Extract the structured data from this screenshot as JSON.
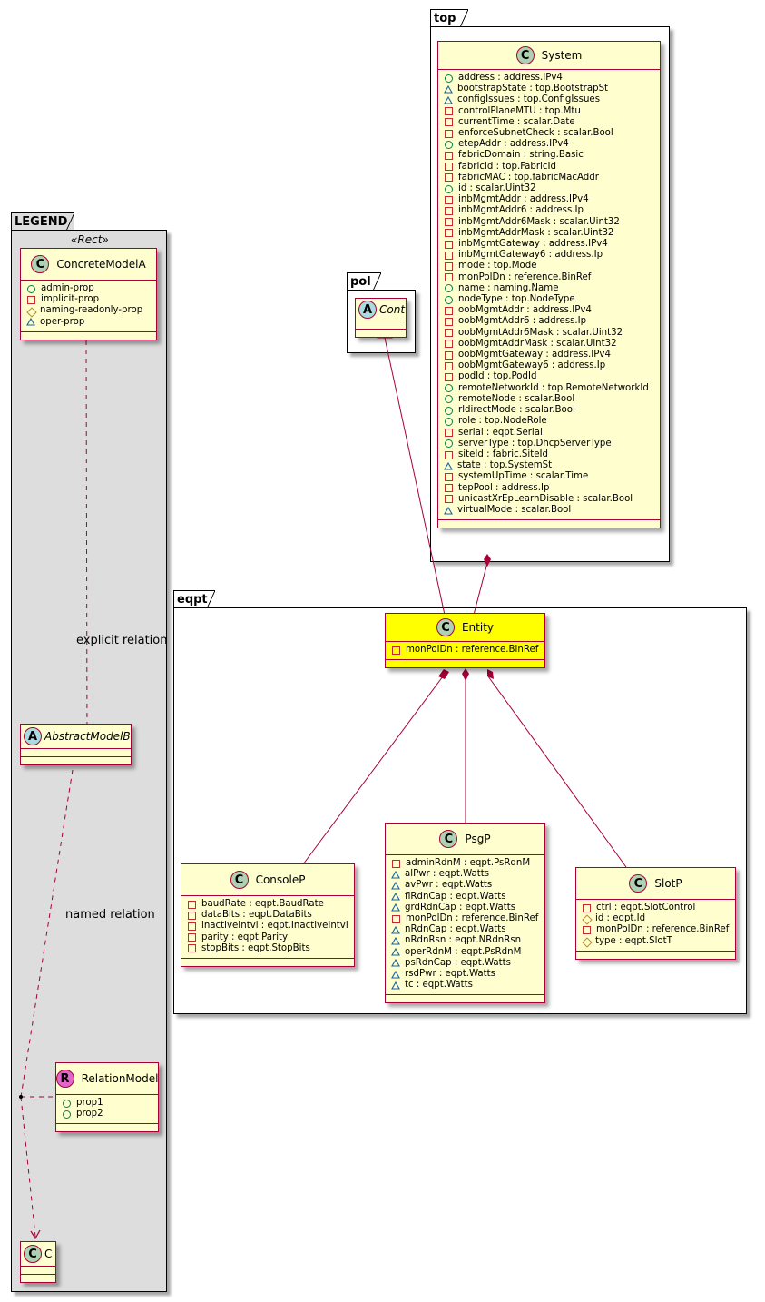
{
  "colors": {
    "class_fill": "#fefece",
    "class_border": "#a80036",
    "highlight_fill": "#ffff00",
    "legend_fill": "#dddddd",
    "public": "#038048",
    "private": "#c82930",
    "protected": "#b38d22",
    "package": "#1963a0"
  },
  "packages": {
    "top": {
      "label": "top"
    },
    "pol": {
      "label": "pol"
    },
    "eqpt": {
      "label": "eqpt"
    },
    "legend": {
      "label": "LEGEND",
      "stereotype": "«Rect»"
    }
  },
  "classes": {
    "system": {
      "spot": "C",
      "name": "System",
      "attributes": [
        {
          "vis": "public",
          "text": "address : address.IPv4"
        },
        {
          "vis": "package",
          "text": "bootstrapState : top.BootstrapSt"
        },
        {
          "vis": "package",
          "text": "configIssues : top.ConfigIssues"
        },
        {
          "vis": "private",
          "text": "controlPlaneMTU : top.Mtu"
        },
        {
          "vis": "private",
          "text": "currentTime : scalar.Date"
        },
        {
          "vis": "private",
          "text": "enforceSubnetCheck : scalar.Bool"
        },
        {
          "vis": "public",
          "text": "etepAddr : address.IPv4"
        },
        {
          "vis": "private",
          "text": "fabricDomain : string.Basic"
        },
        {
          "vis": "private",
          "text": "fabricId : top.FabricId"
        },
        {
          "vis": "private",
          "text": "fabricMAC : top.fabricMacAddr"
        },
        {
          "vis": "public",
          "text": "id : scalar.Uint32"
        },
        {
          "vis": "private",
          "text": "inbMgmtAddr : address.IPv4"
        },
        {
          "vis": "private",
          "text": "inbMgmtAddr6 : address.Ip"
        },
        {
          "vis": "private",
          "text": "inbMgmtAddr6Mask : scalar.Uint32"
        },
        {
          "vis": "private",
          "text": "inbMgmtAddrMask : scalar.Uint32"
        },
        {
          "vis": "private",
          "text": "inbMgmtGateway : address.IPv4"
        },
        {
          "vis": "private",
          "text": "inbMgmtGateway6 : address.Ip"
        },
        {
          "vis": "private",
          "text": "mode : top.Mode"
        },
        {
          "vis": "private",
          "text": "monPolDn : reference.BinRef"
        },
        {
          "vis": "public",
          "text": "name : naming.Name"
        },
        {
          "vis": "public",
          "text": "nodeType : top.NodeType"
        },
        {
          "vis": "private",
          "text": "oobMgmtAddr : address.IPv4"
        },
        {
          "vis": "private",
          "text": "oobMgmtAddr6 : address.Ip"
        },
        {
          "vis": "private",
          "text": "oobMgmtAddr6Mask : scalar.Uint32"
        },
        {
          "vis": "private",
          "text": "oobMgmtAddrMask : scalar.Uint32"
        },
        {
          "vis": "private",
          "text": "oobMgmtGateway : address.IPv4"
        },
        {
          "vis": "private",
          "text": "oobMgmtGateway6 : address.Ip"
        },
        {
          "vis": "private",
          "text": "podId : top.PodId"
        },
        {
          "vis": "public",
          "text": "remoteNetworkId : top.RemoteNetworkId"
        },
        {
          "vis": "public",
          "text": "remoteNode : scalar.Bool"
        },
        {
          "vis": "public",
          "text": "rldirectMode : scalar.Bool"
        },
        {
          "vis": "public",
          "text": "role : top.NodeRole"
        },
        {
          "vis": "private",
          "text": "serial : eqpt.Serial"
        },
        {
          "vis": "public",
          "text": "serverType : top.DhcpServerType"
        },
        {
          "vis": "private",
          "text": "siteId : fabric.SiteId"
        },
        {
          "vis": "package",
          "text": "state : top.SystemSt"
        },
        {
          "vis": "private",
          "text": "systemUpTime : scalar.Time"
        },
        {
          "vis": "private",
          "text": "tepPool : address.Ip"
        },
        {
          "vis": "private",
          "text": "unicastXrEpLearnDisable : scalar.Bool"
        },
        {
          "vis": "package",
          "text": "virtualMode : scalar.Bool"
        }
      ]
    },
    "cont": {
      "spot": "A",
      "name": "Cont",
      "attributes": []
    },
    "entity": {
      "spot": "C",
      "name": "Entity",
      "attributes": [
        {
          "vis": "private",
          "text": "monPolDn : reference.BinRef"
        }
      ]
    },
    "consolep": {
      "spot": "C",
      "name": "ConsoleP",
      "attributes": [
        {
          "vis": "private",
          "text": "baudRate : eqpt.BaudRate"
        },
        {
          "vis": "private",
          "text": "dataBits : eqpt.DataBits"
        },
        {
          "vis": "private",
          "text": "inactiveIntvl : eqpt.InactiveIntvl"
        },
        {
          "vis": "private",
          "text": "parity : eqpt.Parity"
        },
        {
          "vis": "private",
          "text": "stopBits : eqpt.StopBits"
        }
      ]
    },
    "psgp": {
      "spot": "C",
      "name": "PsgP",
      "attributes": [
        {
          "vis": "private",
          "text": "adminRdnM : eqpt.PsRdnM"
        },
        {
          "vis": "package",
          "text": "alPwr : eqpt.Watts"
        },
        {
          "vis": "package",
          "text": "avPwr : eqpt.Watts"
        },
        {
          "vis": "package",
          "text": "flRdnCap : eqpt.Watts"
        },
        {
          "vis": "package",
          "text": "grdRdnCap : eqpt.Watts"
        },
        {
          "vis": "private",
          "text": "monPolDn : reference.BinRef"
        },
        {
          "vis": "package",
          "text": "nRdnCap : eqpt.Watts"
        },
        {
          "vis": "package",
          "text": "nRdnRsn : eqpt.NRdnRsn"
        },
        {
          "vis": "package",
          "text": "operRdnM : eqpt.PsRdnM"
        },
        {
          "vis": "package",
          "text": "psRdnCap : eqpt.Watts"
        },
        {
          "vis": "package",
          "text": "rsdPwr : eqpt.Watts"
        },
        {
          "vis": "package",
          "text": "tc : eqpt.Watts"
        }
      ]
    },
    "slotp": {
      "spot": "C",
      "name": "SlotP",
      "attributes": [
        {
          "vis": "private",
          "text": "ctrl : eqpt.SlotControl"
        },
        {
          "vis": "protected",
          "text": "id : eqpt.Id"
        },
        {
          "vis": "private",
          "text": "monPolDn : reference.BinRef"
        },
        {
          "vis": "protected",
          "text": "type : eqpt.SlotT"
        }
      ]
    },
    "concrete": {
      "spot": "C",
      "name": "ConcreteModelA",
      "attributes": [
        {
          "vis": "public",
          "text": "admin-prop"
        },
        {
          "vis": "private",
          "text": "implicit-prop"
        },
        {
          "vis": "protected",
          "text": "naming-readonly-prop"
        },
        {
          "vis": "package",
          "text": "oper-prop"
        }
      ]
    },
    "abstract": {
      "spot": "A",
      "name": "AbstractModelB",
      "attributes": []
    },
    "relation": {
      "spot": "R",
      "name": "RelationModel",
      "attributes": [
        {
          "vis": "public",
          "text": "prop1"
        },
        {
          "vis": "public",
          "text": "prop2"
        }
      ]
    },
    "c": {
      "spot": "C",
      "name": "C",
      "attributes": []
    }
  },
  "relations": {
    "explicit_label": "explicit relation",
    "named_label": "named relation"
  }
}
